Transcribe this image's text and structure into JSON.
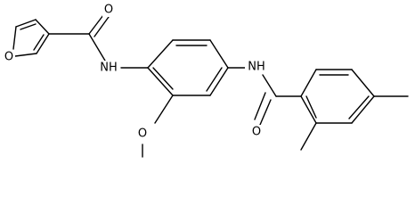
{
  "structure": {
    "atoms": [
      {
        "id": "O_furan",
        "text": "O"
      },
      {
        "id": "O_amide1",
        "text": "O"
      },
      {
        "id": "NH_1",
        "text": "NH"
      },
      {
        "id": "NH_2",
        "text": "NH"
      },
      {
        "id": "O_methoxy",
        "text": "O"
      },
      {
        "id": "O_amide2",
        "text": "O"
      }
    ]
  },
  "colors": {
    "bond": "#000000",
    "background": "#ffffff"
  }
}
